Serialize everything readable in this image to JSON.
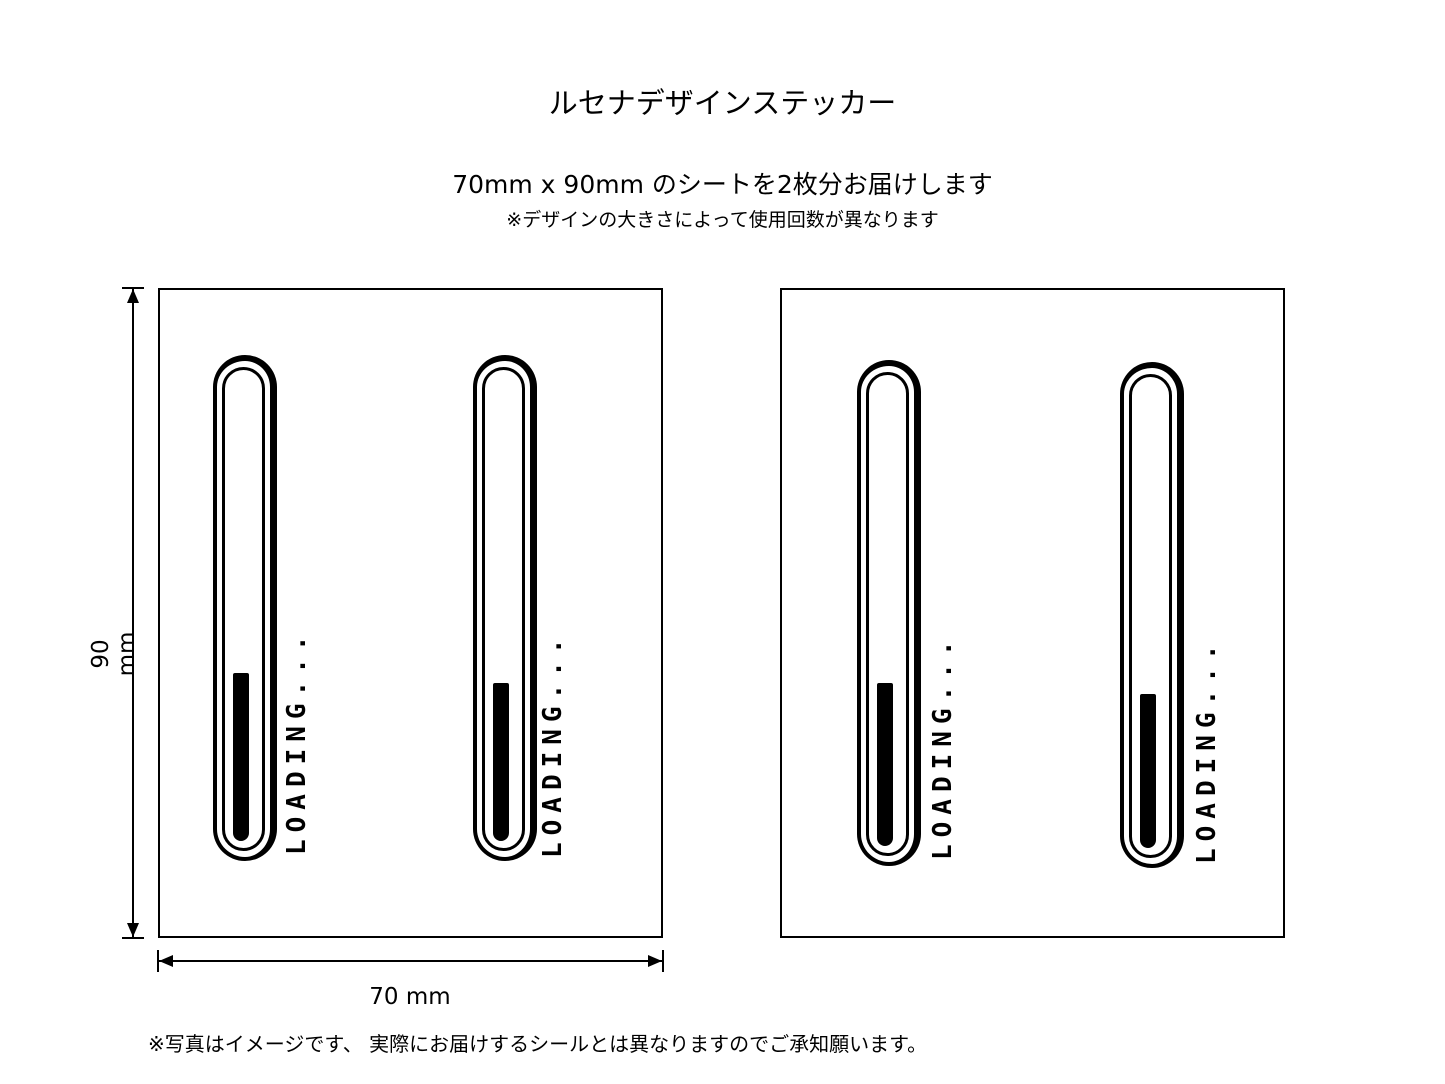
{
  "header": {
    "title": "ルセナデザインステッカー",
    "subtitle": "70mm x 90mm のシートを2枚分お届けします",
    "note": "※デザインの大きさによって使用回数が異なります"
  },
  "dimensions": {
    "height_label": "90 mm",
    "width_label": "70 mm"
  },
  "sheets": [
    {
      "stickers": [
        {
          "text": "LOADING...",
          "fill_fraction": 0.36
        },
        {
          "text": "LOADING...",
          "fill_fraction": 0.34
        }
      ]
    },
    {
      "stickers": [
        {
          "text": "LOADING...",
          "fill_fraction": 0.35
        },
        {
          "text": "LOADING...",
          "fill_fraction": 0.33
        }
      ]
    }
  ],
  "footer": {
    "disclaimer": "※写真はイメージです、 実際にお届けするシールとは異なりますのでご承知願います。"
  }
}
